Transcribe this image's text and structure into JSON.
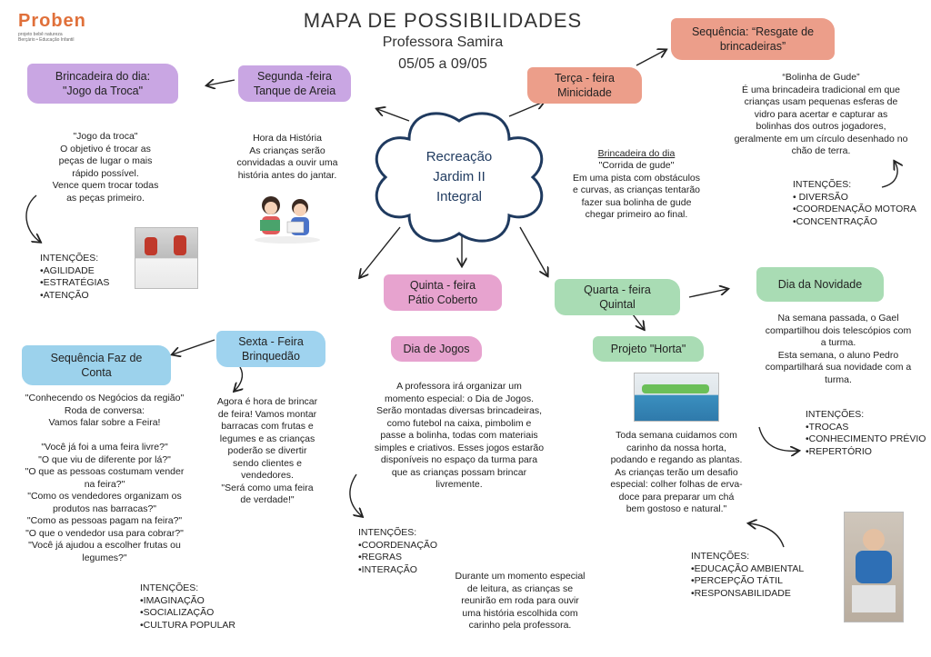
{
  "logo": {
    "main": "Proben",
    "sub1": "projeto bebê natureza",
    "sub2": "Berçário • Educação Infantil"
  },
  "header": {
    "title": "MAPA DE POSSIBILIDADES",
    "teacher": "Professora  Samira",
    "dates": "05/05 a 09/05"
  },
  "center": {
    "label": "Recreação\nJardim II\nIntegral"
  },
  "segunda": {
    "day": "Segunda -feira\nTanque de Areia",
    "activity": "Hora da História\nAs crianças serão\nconvidadas a ouvir uma\nhistória antes do jantar."
  },
  "brincadeira_troca": {
    "label": "Brincadeira do dia:\n\"Jogo da Troca\"",
    "text": "\"Jogo da troca\"\nO objetivo é trocar as\npeças de lugar o mais\nrápido possível.\nVence quem trocar todas\nas peças primeiro.",
    "intencoes": "INTENÇÕES:\n•AGILIDADE\n•ESTRATÉGIAS\n•ATENÇÃO"
  },
  "terca": {
    "day": "Terça - feira\nMinicidade",
    "brincadeira_heading": "Brincadeira do dia",
    "brincadeira_text": "\"Corrida de gude\"\nEm uma pista com obstáculos\ne curvas, as crianças tentarão\nfazer sua bolinha de gude\nchegar primeiro ao final."
  },
  "sequencia_resgate": {
    "label": "Sequência: “Resgate de\nbrincadeiras”",
    "text": "“Bolinha de Gude”\nÉ uma brincadeira tradicional em que\ncrianças usam pequenas esferas de\nvidro para acertar e capturar as\nbolinhas dos outros jogadores,\ngeralmente em um círculo desenhado no\nchão de terra.",
    "intencoes": "INTENÇÕES:\n• DIVERSÃO\n•COORDENAÇÃO MOTORA\n•CONCENTRAÇÃO"
  },
  "quarta": {
    "day": "Quarta - feira\nQuintal",
    "project": "Projeto \"Horta\"",
    "project_text": "Toda semana cuidamos com\ncarinho da nossa horta,\npodando e regando as plantas.\nAs crianças terão um desafio\nespecial: colher folhas de erva-\ndoce para preparar um chá\nbem gostoso e natural.\"",
    "intencoes": "INTENÇÕES:\n•EDUCAÇÃO AMBIENTAL\n•PERCEPÇÃO TÁTIL\n•RESPONSABILIDADE"
  },
  "novidade": {
    "label": "Dia da Novidade",
    "text": "Na semana passada, o Gael\ncompartilhou dois telescópios com\na turma.\nEsta semana, o aluno Pedro\ncompartilhará sua novidade com a\nturma.",
    "intencoes": "INTENÇÕES:\n•TROCAS\n•CONHECIMENTO PRÉVIO\n•REPERTÓRIO"
  },
  "quinta": {
    "day": "Quinta - feira\nPátio Coberto",
    "jogos_label": "Dia de Jogos",
    "jogos_text": "A professora irá organizar um\nmomento especial: o Dia de Jogos.\nSerão montadas diversas brincadeiras,\ncomo futebol na caixa, pimbolim e\npasse a bolinha, todas com materiais\nsimples e criativos. Esses jogos estarão\ndisponíveis no espaço da turma para\nque as crianças possam brincar\nlivremente.",
    "intencoes": "INTENÇÕES:\n•COORDENAÇÃO\n•REGRAS\n•INTERAÇÃO",
    "leitura_text": "Durante um momento especial\nde leitura, as crianças se\nreunirão em roda para ouvir\numa história escolhida com\ncarinho pela professora."
  },
  "sexta": {
    "day": "Sexta - Feira\nBrinquedão",
    "text": "Agora é hora de brincar\nde feira! Vamos montar\nbarracas com frutas e\nlegumes e as crianças\npoderão se divertir\nsendo clientes e\nvendedores.\n\"Será como uma feira\nde verdade!\""
  },
  "faz_de_conta": {
    "label": "Sequência Faz de\nConta",
    "text": "\"Conhecendo os Negócios da região\"\nRoda de conversa:\nVamos falar sobre a Feira!\n\n\"Você já foi a uma feira livre?\"\n\"O que viu de diferente por lá?\"\n\"O que as pessoas costumam vender\nna feira?\"\n\"Como os vendedores organizam os\nprodutos nas barracas?\"\n\"Como as pessoas pagam na feira?\"\n\"O que o vendedor usa para cobrar?\"\n\"Você já ajudou a escolher frutas ou\nlegumes?\"",
    "intencoes": "INTENÇÕES:\n•IMAGINAÇÃO\n•SOCIALIZAÇÃO\n•CULTURA POPULAR"
  },
  "colors": {
    "flower_stroke": "#1f3a5f",
    "flower_text": "#1f3a5f",
    "purple": "#c9a6e3",
    "pink": "#e7a3cf",
    "salmon": "#ec9e8a",
    "green": "#a9dcb4",
    "blue": "#9fd3ef"
  }
}
